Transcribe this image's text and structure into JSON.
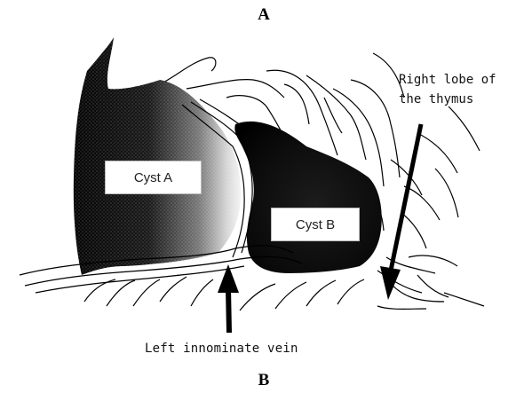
{
  "panel_top_letter": "A",
  "panel_bottom_letter": "B",
  "labels": {
    "cyst_a": "Cyst A",
    "cyst_b": "Cyst B",
    "thymus_line1": "Right lobe of",
    "thymus_line2": "the thymus",
    "vein": "Left innominate vein"
  },
  "colors": {
    "cyst_dark": "#0d0d0d",
    "outline": "#000000"
  }
}
